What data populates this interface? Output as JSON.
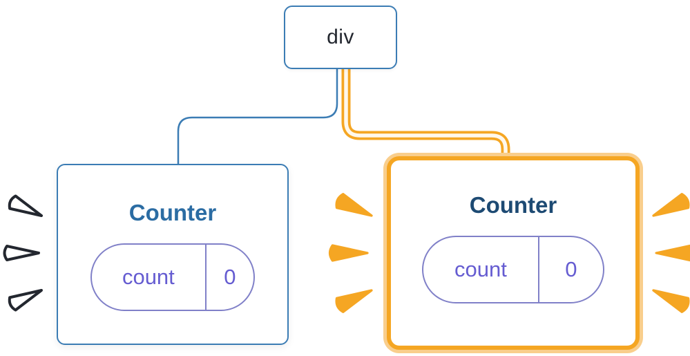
{
  "diagram": {
    "root": {
      "label": "div"
    },
    "children": [
      {
        "title": "Counter",
        "state_key": "count",
        "state_value": "0",
        "highlighted": false
      },
      {
        "title": "Counter",
        "state_key": "count",
        "state_value": "0",
        "highlighted": true
      }
    ]
  },
  "colors": {
    "node_border_blue": "#3B7CB4",
    "edge_blue": "#3B7CB4",
    "title_blue": "#2B6CA3",
    "title_navy": "#1D4A73",
    "root_label_dark": "#23272F",
    "state_text_purple": "#655CD1",
    "pill_border_purple": "#8080C8",
    "highlight_orange": "#F5A623",
    "highlight_glow": "#F9CE8C",
    "spark_outline": "#23272F"
  }
}
